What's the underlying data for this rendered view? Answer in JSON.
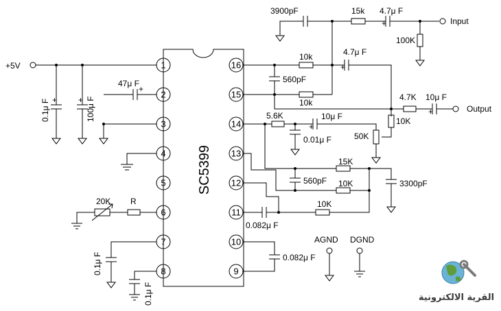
{
  "chip": {
    "name": "SC5399",
    "pins": [
      "1",
      "2",
      "3",
      "4",
      "5",
      "6",
      "7",
      "8",
      "16",
      "15",
      "14",
      "13",
      "12",
      "11",
      "10",
      "9"
    ]
  },
  "supply": {
    "label": "+5V"
  },
  "ports": {
    "input": "Input",
    "output": "Output",
    "agnd": "AGND",
    "dgnd": "DGND"
  },
  "components": {
    "c_01uf_supply": "0.1μ F",
    "c_100uf": "100μ F",
    "c_47uf_pin2": "47μ F",
    "pot_20k": "20K",
    "r_pin6": "R",
    "c_01uf_pin7": "0.1μ F",
    "c_01uf_pin8": "0.1μ F",
    "c_3900pf": "3900pF",
    "r_15k_input": "15k",
    "c_47uf_input": "4.7μ F",
    "r_100k": "100K",
    "r_10k_16": "10k",
    "c_47uf_16": "4.7μ F",
    "c_560pf_top": "560pF",
    "r_10k_15": "10k",
    "r_47k_out": "4.7K",
    "c_10uf_out": "10μ F",
    "r_10k_right": "10K",
    "r_56k": "5.6K",
    "c_10uf_14": "10μ F",
    "c_001uf": "0.01μ F",
    "pot_50k": "50K",
    "r_15k_mid": "15K",
    "c_560pf_mid": "560pF",
    "r_10k_mid": "10K",
    "c_3300pf": "3300pF",
    "r_10k_11": "10K",
    "c_0082uf_11": "0.082μ F",
    "c_0082uf_10": "0.082μ F"
  },
  "logo": {
    "text": "القرية الالكترونية"
  }
}
